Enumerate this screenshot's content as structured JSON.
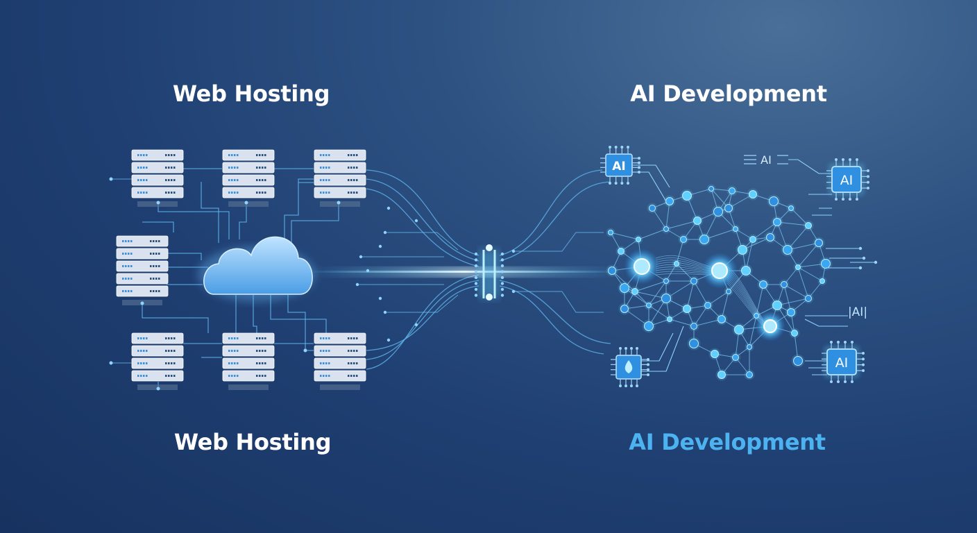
{
  "headings": {
    "top_left": "Web Hosting",
    "top_right": "AI Development",
    "bottom_left": "Web Hosting",
    "bottom_right": "AI Development"
  },
  "chips": {
    "top_left": "AI",
    "top_center": "AI",
    "top_right": "AI",
    "middle_right": "|AI|",
    "bottom_right": "AI"
  },
  "colors": {
    "background": "#1f3f72",
    "heading": "#ffffff",
    "accent_heading": "#4db3f0",
    "glow": "#5fd0ff",
    "circuit": "#5fb4ec",
    "chip": "#2f8fe0"
  },
  "icons": [
    "server-rack-icon",
    "cloud-icon",
    "connector-icon",
    "neural-network-icon",
    "ai-chip-icon",
    "water-drop-chip-icon"
  ]
}
